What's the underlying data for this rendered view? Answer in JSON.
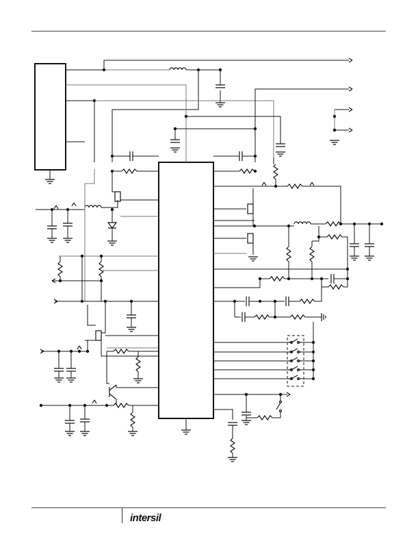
{
  "footer": {
    "brand_logo": "intersil"
  },
  "icons": [
    "resistor",
    "capacitor",
    "inductor",
    "ground",
    "mosfet",
    "diode",
    "switch",
    "terminal-arrow",
    "junction-dot"
  ]
}
